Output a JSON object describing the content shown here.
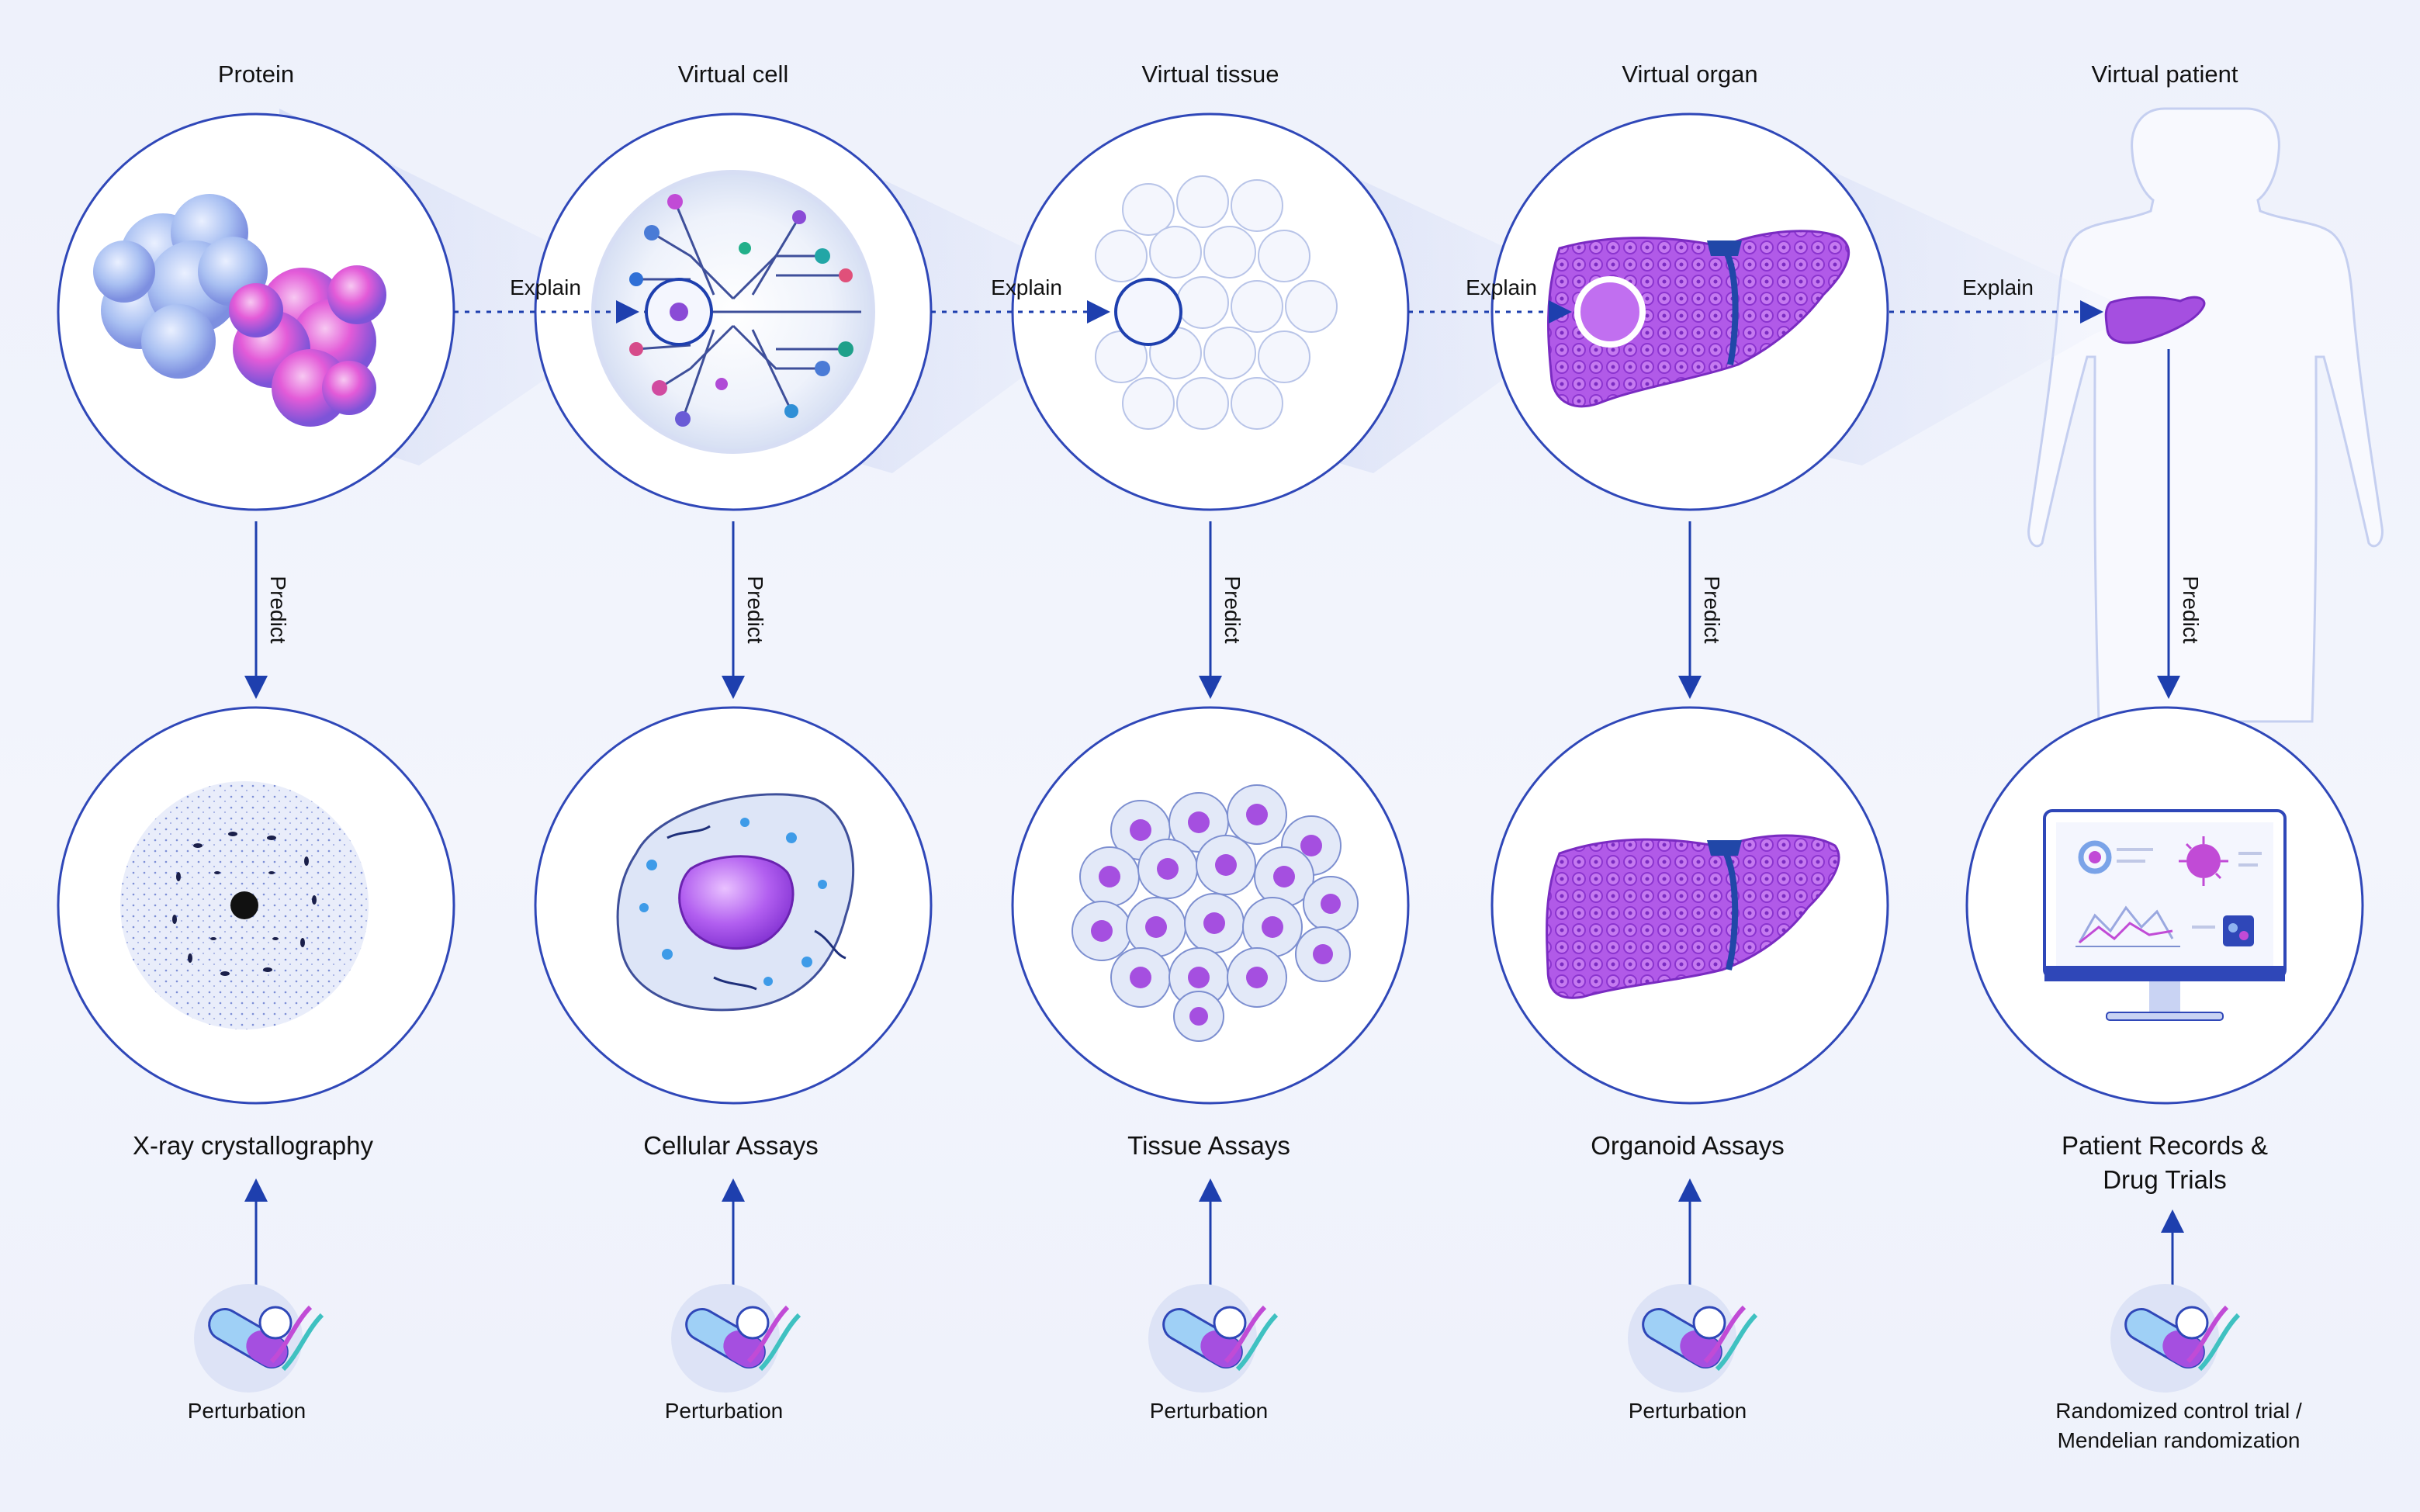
{
  "stages": [
    {
      "title": "Protein",
      "assay": "X-ray crystallography",
      "perturbation": "Perturbation"
    },
    {
      "title": "Virtual cell",
      "assay": "Cellular Assays",
      "perturbation": "Perturbation"
    },
    {
      "title": "Virtual tissue",
      "assay": "Tissue Assays",
      "perturbation": "Perturbation"
    },
    {
      "title": "Virtual organ",
      "assay": "Organoid Assays",
      "perturbation": "Perturbation"
    },
    {
      "title": "Virtual patient",
      "assay_line1": "Patient Records &",
      "assay_line2": "Drug Trials",
      "perturbation_line1": "Randomized control trial /",
      "perturbation_line2": "Mendelian randomization"
    }
  ],
  "labels": {
    "explain": "Explain",
    "predict": "Predict"
  },
  "colors": {
    "line": "#1e3fae",
    "circle_stroke": "#2f47b8",
    "purple": "#a54fe0",
    "blue": "#4b84d8"
  }
}
